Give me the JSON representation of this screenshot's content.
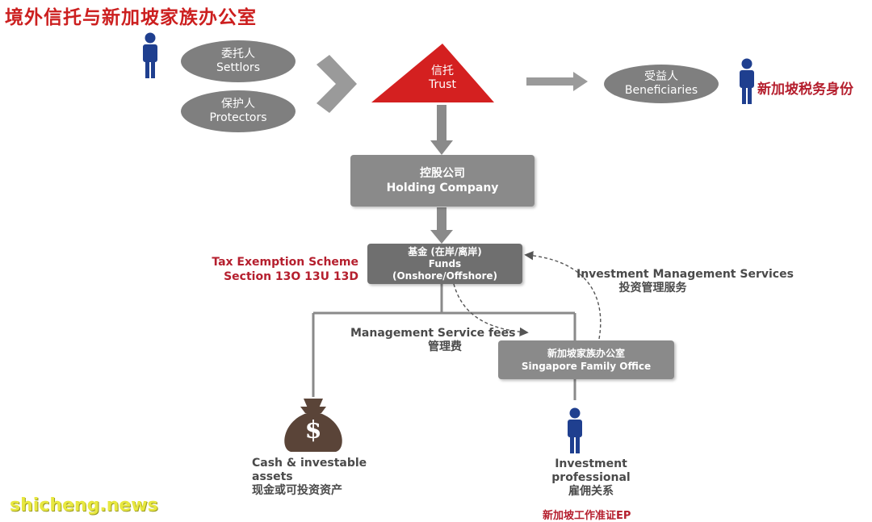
{
  "title": "境外信托与新加坡家族办公室",
  "settlors": {
    "zh": "委托人",
    "en": "Settlors"
  },
  "protectors": {
    "zh": "保护人",
    "en": "Protectors"
  },
  "trust": {
    "zh": "信托",
    "en": "Trust"
  },
  "beneficiaries": {
    "zh": "受益人",
    "en": "Beneficiaries"
  },
  "sg_tax_status": "新加坡税务身份",
  "holding_company": {
    "zh": "控股公司",
    "en": "Holding Company"
  },
  "funds": {
    "zh": "基金 (在岸/离岸)",
    "en1": "Funds",
    "en2": "(Onshore/Offshore)"
  },
  "tax_scheme": {
    "line1": "Tax Exemption Scheme",
    "line2": "Section 13O 13U 13D"
  },
  "investment_mgmt": {
    "en": "Investment Management Services",
    "zh": "投资管理服务"
  },
  "mgmt_fees": {
    "en": "Management  Service fees",
    "zh": "管理费"
  },
  "family_office": {
    "zh": "新加坡家族办公室",
    "en": "Singapore Family Office"
  },
  "cash_assets": {
    "line1": "Cash & investable",
    "line2": "assets",
    "zh": "现金或可投资资产"
  },
  "professional": {
    "line1": "Investment",
    "line2": "professional",
    "zh": "雇佣关系",
    "ep": "新加坡工作准证EP"
  },
  "money_symbol": "$",
  "watermark": "shicheng.news",
  "colors": {
    "red": "#cc1f1f",
    "grey": "#8a8a8a",
    "person": "#1f3f8f",
    "bag": "#5a4438"
  }
}
